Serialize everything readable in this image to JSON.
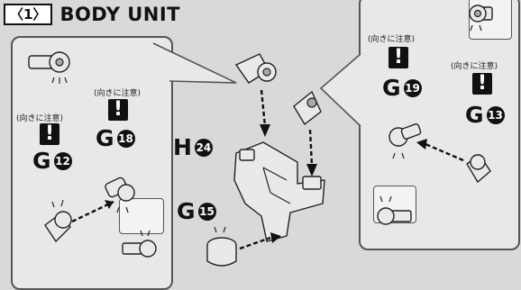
{
  "step": {
    "number": "〈1〉",
    "name": "BODY UNIT"
  },
  "notes": {
    "orientation_warning": "(向きに注意)",
    "warning_mark": "!"
  },
  "parts": {
    "g12": {
      "letter": "G",
      "num": "12"
    },
    "g18": {
      "letter": "G",
      "num": "18"
    },
    "h24": {
      "letter": "H",
      "num": "24"
    },
    "g15": {
      "letter": "G",
      "num": "15"
    },
    "g19": {
      "letter": "G",
      "num": "19"
    },
    "g13": {
      "letter": "G",
      "num": "13"
    }
  },
  "colors": {
    "background": "#d9d9d9",
    "ink": "#111111",
    "panel": "#e8e8e8"
  }
}
